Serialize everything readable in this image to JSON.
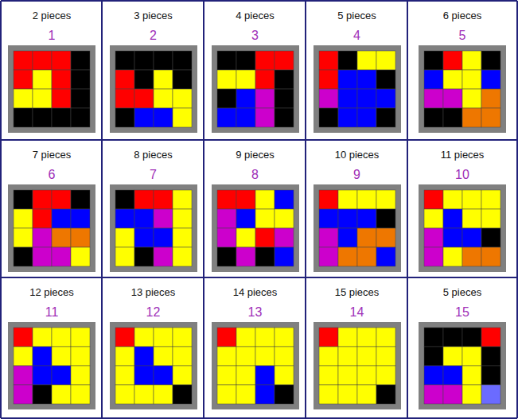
{
  "diagram": {
    "nodes": [
      {
        "text": [
          "2 pieces",
          "1"
        ]
      },
      {
        "text": [
          "3 pieces",
          "2"
        ]
      },
      {
        "text": [
          "4 pieces",
          "3"
        ]
      },
      {
        "text": [
          "5 pieces",
          "4"
        ]
      },
      {
        "text": [
          "6 pieces",
          "5"
        ]
      },
      {
        "text": [
          "7 pieces",
          "6"
        ]
      },
      {
        "text": [
          "8 pieces",
          "7"
        ]
      },
      {
        "text": [
          "9 pieces",
          "8"
        ]
      },
      {
        "text": [
          "10 pieces",
          "9"
        ]
      },
      {
        "text": [
          "11 pieces",
          "10"
        ]
      },
      {
        "text": [
          "12 pieces",
          "11"
        ]
      },
      {
        "text": [
          "13 pieces",
          "12"
        ]
      },
      {
        "text": [
          "14 pieces",
          "13"
        ]
      },
      {
        "text": [
          "15 pieces",
          "14"
        ]
      },
      {
        "text": [
          "5 pieces",
          "15"
        ]
      }
    ]
  }
}
